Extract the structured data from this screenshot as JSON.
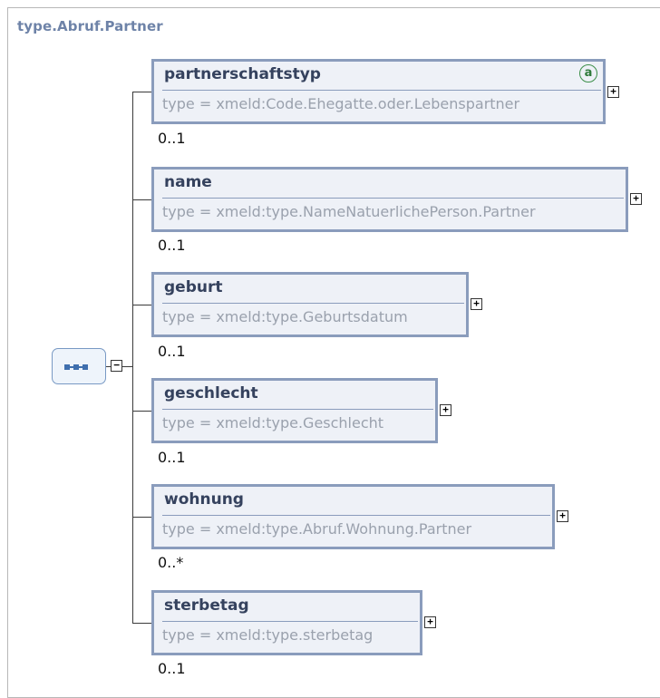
{
  "diagram": {
    "type_name": "type.Abruf.Partner",
    "compositor": "sequence",
    "attribute_marker": "a",
    "collapse_symbol": "−",
    "expand_symbol": "+",
    "elements": [
      {
        "name": "partnerschaftstyp",
        "type": "type = xmeld:Code.Ehegatte.oder.Lebenspartner",
        "cardinality": "0..1",
        "has_attributes": true
      },
      {
        "name": "name",
        "type": "type = xmeld:type.NameNatuerlichePerson.Partner",
        "cardinality": "0..1",
        "has_attributes": false
      },
      {
        "name": "geburt",
        "type": "type = xmeld:type.Geburtsdatum",
        "cardinality": "0..1",
        "has_attributes": false
      },
      {
        "name": "geschlecht",
        "type": "type = xmeld:type.Geschlecht",
        "cardinality": "0..1",
        "has_attributes": false
      },
      {
        "name": "wohnung",
        "type": "type = xmeld:type.Abruf.Wohnung.Partner",
        "cardinality": "0..*",
        "has_attributes": false
      },
      {
        "name": "sterbetag",
        "type": "type = xmeld:type.sterbetag",
        "cardinality": "0..1",
        "has_attributes": false
      }
    ]
  }
}
